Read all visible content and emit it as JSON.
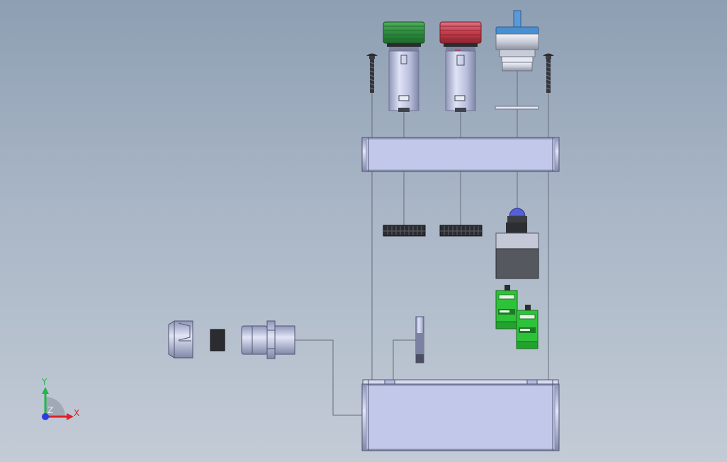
{
  "view": {
    "background_top": "#8e9fb3",
    "background_bottom": "#c3cbd6"
  },
  "triad": {
    "x_label": "X",
    "y_label": "Y",
    "z_label": "Z",
    "x_color": "#e0202a",
    "y_color": "#20b84a",
    "z_color": "#2a3fe0"
  },
  "parts": {
    "green_button_cap": "#2e8b3e",
    "red_button_cap": "#c43c4a",
    "blue_knob": "#4a8fd0",
    "indicator_led": "#5560d8",
    "enclosure_body": "#c2c8ea",
    "terminal_block": "#2ec23a",
    "dark_component": "#3b3d44"
  }
}
